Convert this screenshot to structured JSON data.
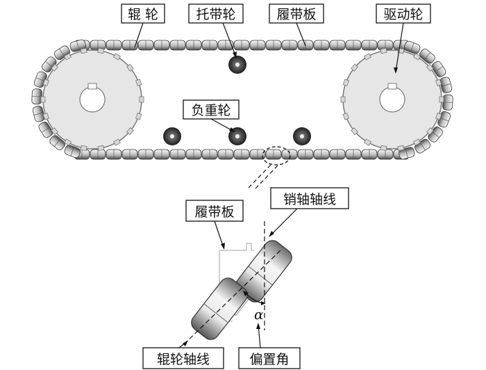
{
  "labels": {
    "roller_wheel": "辊  轮",
    "carrier_wheel": "托带轮",
    "track_plate_top": "履带板",
    "drive_wheel": "驱动轮",
    "load_wheel": "负重轮",
    "pin_axis": "销轴轴线",
    "track_plate_detail": "履带板",
    "roller_axis": "辊轮轴线",
    "offset_angle": "偏置角",
    "alpha_symbol": "α"
  },
  "colors": {
    "roller_light": "#f2f2f2",
    "roller_dark": "#3a3a3a",
    "wheel_face": "#e6e6e6",
    "small_wheel": "#2b2b2b",
    "line": "#111111"
  }
}
